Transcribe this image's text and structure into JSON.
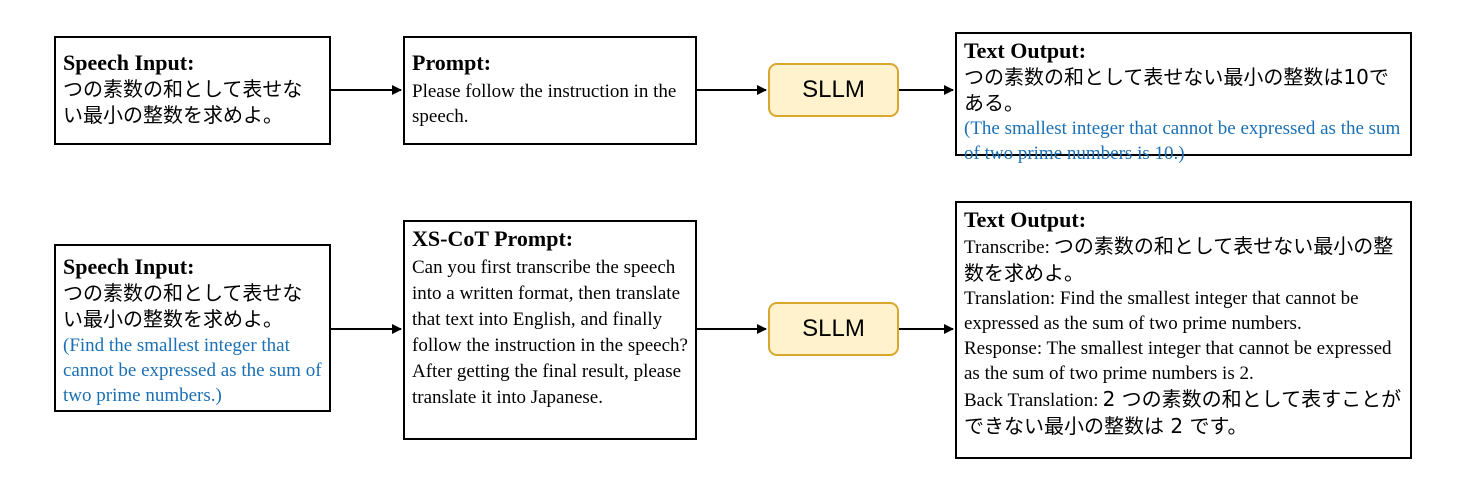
{
  "row1": {
    "input": {
      "title": "Speech Input:",
      "text": "つの素数の和として表せない最小の整数を求めよ。"
    },
    "prompt": {
      "title": "Prompt:",
      "text": "Please follow the instruction in the speech."
    },
    "model": {
      "label": "SLLM"
    },
    "output": {
      "title": "Text Output:",
      "jp_text": "つの素数の和として表せない最小の整数は10である。",
      "translation": "(The smallest integer that cannot be expressed as the sum of two prime numbers is 10.)"
    }
  },
  "row2": {
    "input": {
      "title": "Speech Input:",
      "text": "つの素数の和として表せない最小の整数を求めよ。",
      "translation": "(Find the smallest integer that cannot be expressed as the sum of two prime numbers.)"
    },
    "prompt": {
      "title": "XS-CoT Prompt:",
      "text": "Can you first transcribe the speech into a written format, then translate that text into English, and finally follow the instruction in the speech? After getting the final result, please translate it into Japanese."
    },
    "model": {
      "label": "SLLM"
    },
    "output": {
      "title": "Text Output:",
      "transcribe_label": "Transcribe:",
      "transcribe_text": "つの素数の和として表せない最小の整数を求めよ。",
      "translation_line": "Translation: Find the smallest integer that cannot be expressed as the sum of two prime numbers.",
      "response_line": "Response: The smallest integer that cannot be expressed as the sum of two prime numbers is 2.",
      "back_translation_label": "Back Translation:",
      "back_translation_text": "2 つの素数の和として表すことができない最小の整数は 2 です。"
    }
  },
  "colors": {
    "translation_blue": "#1a6fb5",
    "sllm_fill": "#fff2cc",
    "sllm_border": "#d9a62e"
  }
}
